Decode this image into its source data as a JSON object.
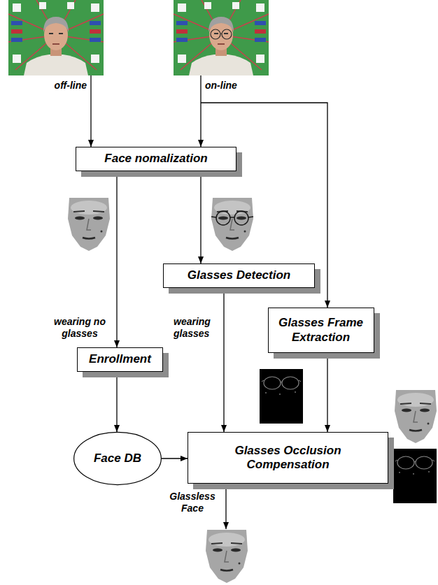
{
  "diagram": {
    "nodes": [
      {
        "text": [
          "Face nomalization"
        ]
      },
      {
        "text": [
          "Glasses Detection"
        ]
      },
      {
        "text": [
          "Glasses Frame Extraction"
        ]
      },
      {
        "text": [
          "Enrollment"
        ]
      },
      {
        "text": [
          "Face DB"
        ]
      },
      {
        "text": [
          "Glasses Occlusion Compensation"
        ]
      }
    ],
    "edges": [
      {
        "from": 0,
        "to": 3,
        "arrow": "to",
        "label": "wearing no glasses"
      },
      {
        "from": 0,
        "to": 1,
        "arrow": "to"
      },
      {
        "from": 1,
        "to": 5,
        "arrow": "to",
        "label": "wearing glasses"
      },
      {
        "from": 2,
        "to": 5,
        "arrow": "to"
      },
      {
        "from": 3,
        "to": 4,
        "arrow": "to"
      },
      {
        "from": 4,
        "to": 5,
        "arrow": "to"
      }
    ],
    "labels": [
      "off-line",
      "on-line",
      "Glassless Face"
    ]
  }
}
